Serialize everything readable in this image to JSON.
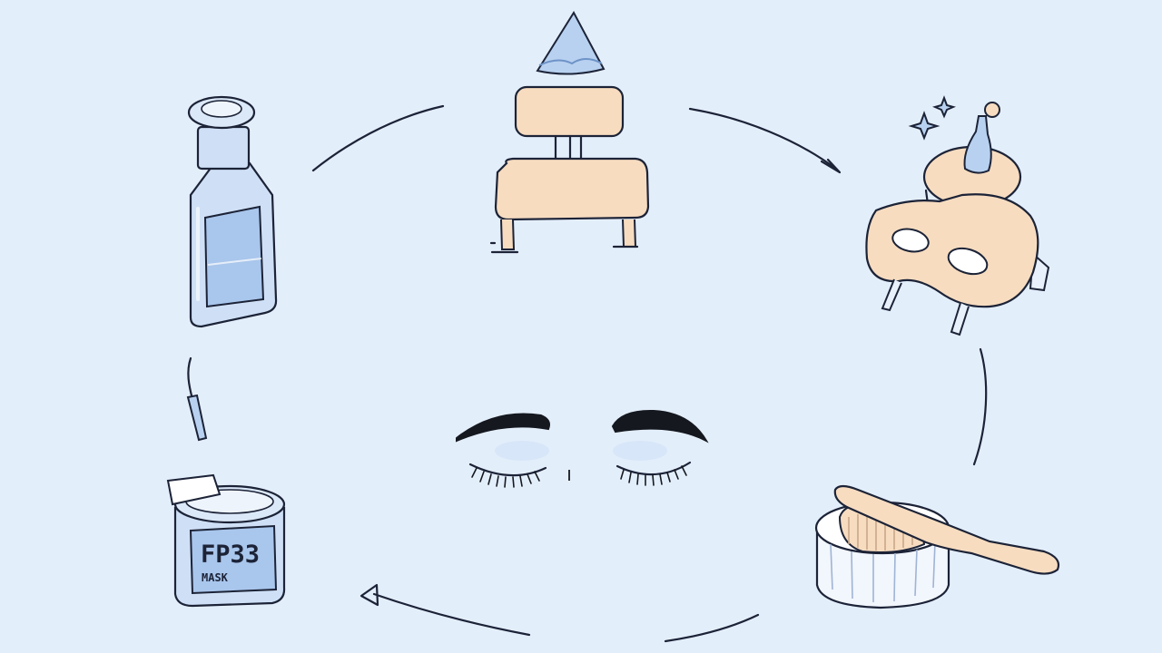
{
  "illustration": {
    "items": [
      {
        "id": "toner-bottle",
        "icon": "bottle-icon"
      },
      {
        "id": "reclining-chair",
        "icon": "chair-icon"
      },
      {
        "id": "eye-mask",
        "icon": "sleep-mask-icon"
      },
      {
        "id": "brush-in-jar",
        "icon": "brush-icon"
      },
      {
        "id": "mask-jar",
        "icon": "jar-icon"
      }
    ],
    "center": {
      "icon": "closed-eyes-icon"
    },
    "jar_label": {
      "brand": "FP33",
      "type": "MASK"
    },
    "colors": {
      "background": "#e3eefb",
      "ink": "#1c2337",
      "blue": "#b8d1f0",
      "peach": "#f7dcc0"
    }
  }
}
